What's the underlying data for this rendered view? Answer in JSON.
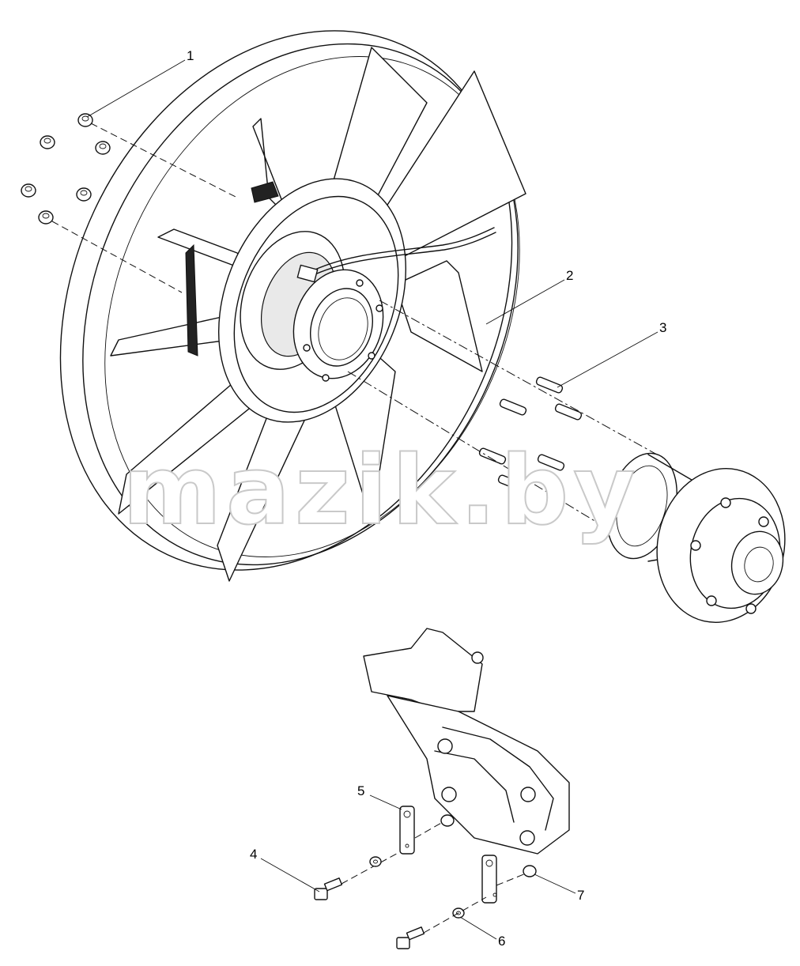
{
  "watermark": {
    "text": "mazik.by"
  },
  "callouts": [
    {
      "id": "1",
      "label": "1"
    },
    {
      "id": "2",
      "label": "2"
    },
    {
      "id": "3",
      "label": "3"
    },
    {
      "id": "4",
      "label": "4"
    },
    {
      "id": "5",
      "label": "5"
    },
    {
      "id": "6",
      "label": "6"
    },
    {
      "id": "7",
      "label": "7"
    }
  ],
  "parts": {
    "fan": "fan-with-viscous-clutch",
    "nuts": "hex-nut",
    "studs": "threaded-stud",
    "hub": "fan-drive-hub",
    "bracket": "mounting-bracket",
    "bolt": "hex-bolt",
    "plate": "lock-plate",
    "washer": "washer",
    "nut": "hex-nut"
  }
}
